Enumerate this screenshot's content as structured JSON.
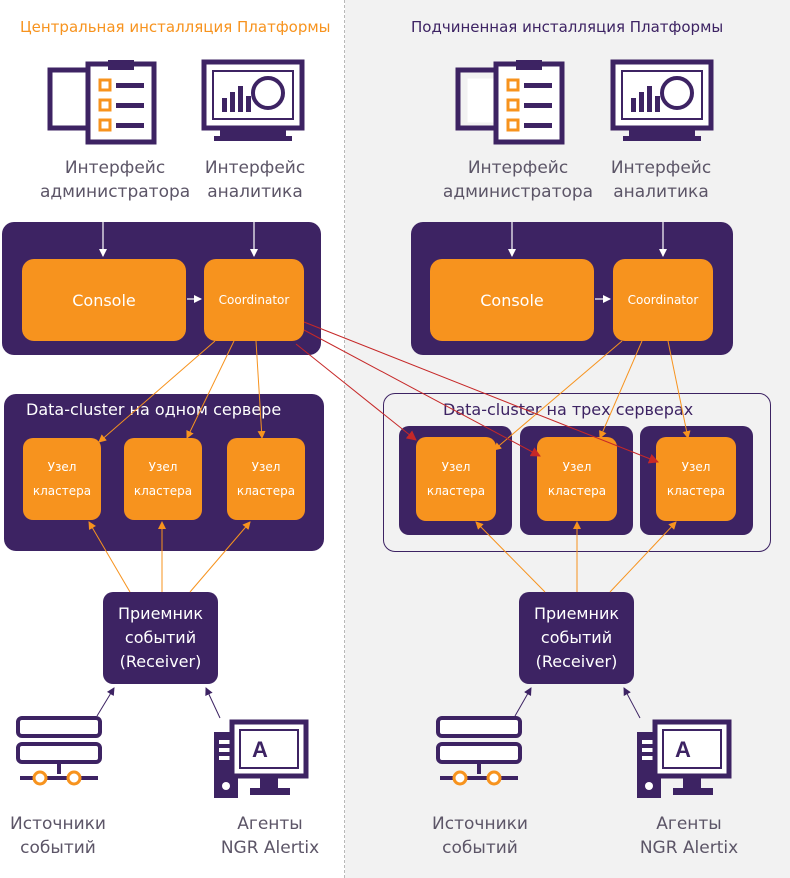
{
  "colors": {
    "purple": "#3d2363",
    "orange": "#f7931e",
    "red_arrow": "#c62828"
  },
  "left": {
    "title": "Центральная инсталляция Платформы",
    "admin_caption": "Интерфейс\nадминистратора",
    "analyst_caption": "Интерфейс\nаналитика",
    "console": "Console",
    "coordinator": "Coordinator",
    "cluster_title": "Data-cluster на одном сервере",
    "nodes": [
      "Узел\nкластера",
      "Узел\nкластера",
      "Узел\nкластера"
    ],
    "receiver": "Приемник\nсобытий\n(Receiver)",
    "sources_caption": "Источники\nсобытий",
    "agents_caption": "Агенты\nNGR Alertix"
  },
  "right": {
    "title": "Подчиненная инсталляция Платформы",
    "admin_caption": "Интерфейс\nадминистратора",
    "analyst_caption": "Интерфейс\nаналитика",
    "console": "Console",
    "coordinator": "Coordinator",
    "cluster_title": "Data-cluster на трех серверах",
    "nodes": [
      "Узел\nкластера",
      "Узел\nкластера",
      "Узел\nкластера"
    ],
    "receiver": "Приемник\nсобытий\n(Receiver)",
    "sources_caption": "Источники\nсобытий",
    "agents_caption": "Агенты\nNGR Alertix"
  },
  "icons": {
    "admin": "admin-checklist-icon",
    "analyst": "analytics-monitor-icon",
    "sources": "server-stack-icon",
    "agents": "agent-computer-icon",
    "agent_letter": "A"
  }
}
